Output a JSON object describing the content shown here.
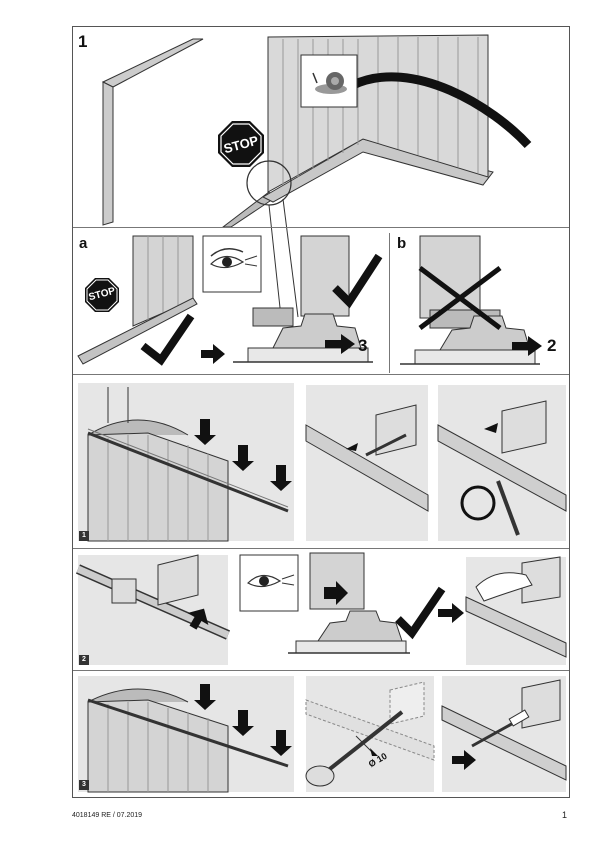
{
  "sections": {
    "s1_label": "1",
    "s1a_label": "a",
    "s1b_label": "b",
    "s2_label": "2",
    "step1": "1",
    "step2": "2",
    "step3": "3"
  },
  "signs": {
    "stop_main": "STOP",
    "stop_small": "STOP"
  },
  "refs": {
    "to_step_3": "3",
    "to_step_2": "2"
  },
  "drill": {
    "size_label": "Ø 10"
  },
  "footer": {
    "doc_code": "4018149  RE / 07.2019",
    "page_number": "1"
  },
  "colors": {
    "panel_gray": "#e6e6e6",
    "line_dark": "#111111",
    "door_gray": "#c9c9c9"
  }
}
